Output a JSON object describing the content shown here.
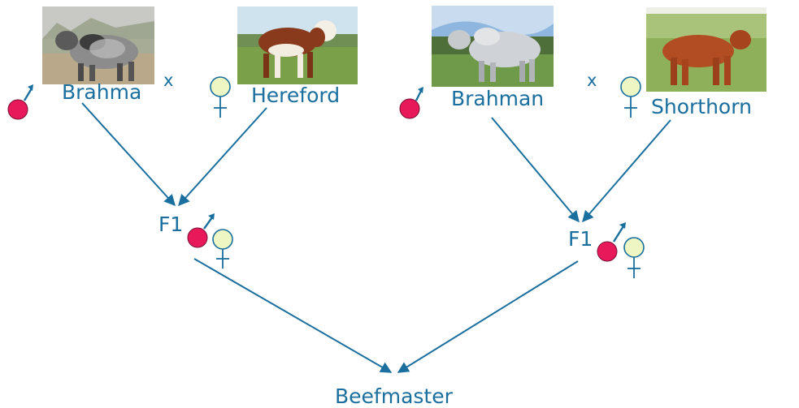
{
  "diagram": {
    "left_cross": {
      "sire": {
        "breed": "Brahma",
        "photo": "grey-brahma-bull-photo"
      },
      "dam": {
        "breed": "Hereford",
        "photo": "hereford-cow-photo"
      },
      "cross_symbol": "x",
      "offspring": "F1"
    },
    "right_cross": {
      "sire": {
        "breed": "Brahman",
        "photo": "grey-brahman-bull-photo"
      },
      "dam": {
        "breed": "Shorthorn",
        "photo": "red-shorthorn-cow-photo"
      },
      "cross_symbol": "x",
      "offspring": "F1"
    },
    "result": "Beefmaster",
    "symbols": {
      "male": "male-symbol-icon",
      "female": "female-symbol-icon",
      "male_color": "#e8195a",
      "female_color": "#eef7c4"
    },
    "colors": {
      "text": "#1a6f9f",
      "arrow": "#1a6f9f"
    }
  }
}
